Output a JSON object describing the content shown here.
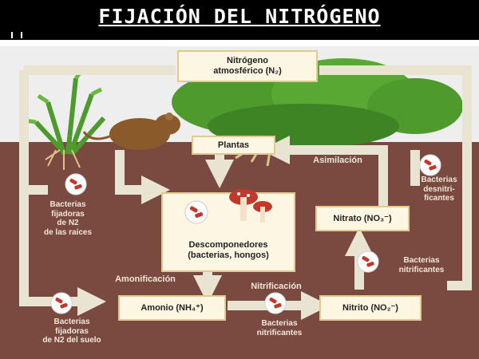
{
  "title": "FIJACIÓN DEL NITRÓGENO",
  "nodes": {
    "nitrogeno": "Nitrógeno\natmosférico (N₂)",
    "plantas": "Plantas",
    "descomponedores": "Descomponedores\n(bacterias, hongos)",
    "nitrato": "Nitrato (NO₃⁻)",
    "amonio": "Amonio (NH₄⁺)",
    "nitrito": "Nitrito (NO₂⁻)"
  },
  "labels": {
    "asimilacion": "Asimilación",
    "amonificacion": "Amonificación",
    "nitrificacion": "Nitrificación",
    "bacterias_raices": "Bacterias\nfijadoras\nde N2\nde las raíces",
    "bacterias_suelo": "Bacterias\nfijadoras\nde N2 del suelo",
    "bacterias_desnitrificantes": "Bacterias\ndesnitri-\nficantes",
    "bacterias_nitrificantes_right": "Bacterias\nnitrificantes",
    "bacterias_nitrificantes_bottom": "Bacterias\nnitrificantes"
  },
  "colors": {
    "soil": "#7a4a41",
    "sky": "#eeeeee",
    "box_fill": "#fdf6e3",
    "box_border": "#e2c98f",
    "arrow": "#e9e4d2",
    "bacteria": "#c0392b",
    "plant": "#4f9a2d"
  }
}
